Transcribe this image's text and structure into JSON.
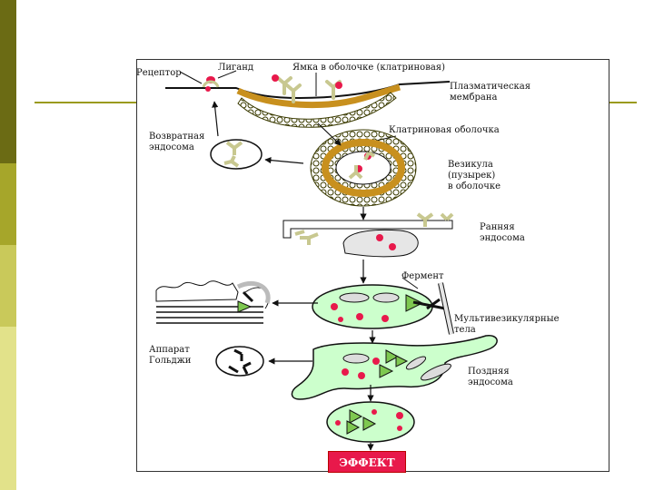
{
  "colors": {
    "sidebar": [
      "#6b6b14",
      "#a6a62a",
      "#c9c95a",
      "#e2e28a"
    ],
    "accent_line": "#9a9a1e",
    "vesicle_fill": "#ccffcc",
    "coat_ochre": "#c8901e",
    "ligand": "#e8194b",
    "receptor": "#c8c890",
    "effect_bg": "#e8194b"
  },
  "labels": {
    "receptor": "Рецептор",
    "ligand": "Лиганд",
    "coated_pit": "Ямка в оболочке (клатриновая)",
    "plasma_membrane": "Плазматическая\nмембрана",
    "clathrin_coat": "Клатриновая оболочка",
    "recycling_endosome": "Возвратная\nэндосома",
    "coated_vesicle": "Везикула\n(пузырек)\nв оболочке",
    "early_endosome": "Ранняя\nэндосома",
    "enzyme": "Фермент",
    "multivesicular_bodies": "Мультивезикулярные\nтела",
    "golgi": "Аппарат\nГольджи",
    "late_endosome": "Поздняя\nэндосома",
    "effect": "ЭФФЕКТ"
  }
}
